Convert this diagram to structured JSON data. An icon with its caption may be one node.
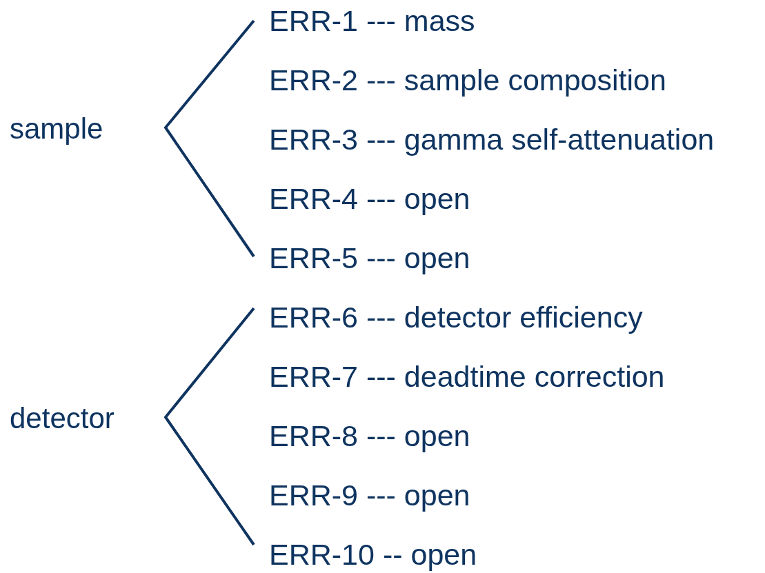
{
  "diagram": {
    "labels": [
      "ERR-1 --- mass",
      "sample",
      "ERR-2 --- sample composition",
      "ERR-3 --- gamma self-attenuation",
      "ERR-4 --- open",
      "ERR-5 --- open",
      "ERR-6 --- detector efficiency",
      "ERR-7 --- deadtime correction",
      "detector",
      "ERR-8 --- open",
      "ERR-9 --- open",
      "ERR-10 -- open"
    ]
  }
}
